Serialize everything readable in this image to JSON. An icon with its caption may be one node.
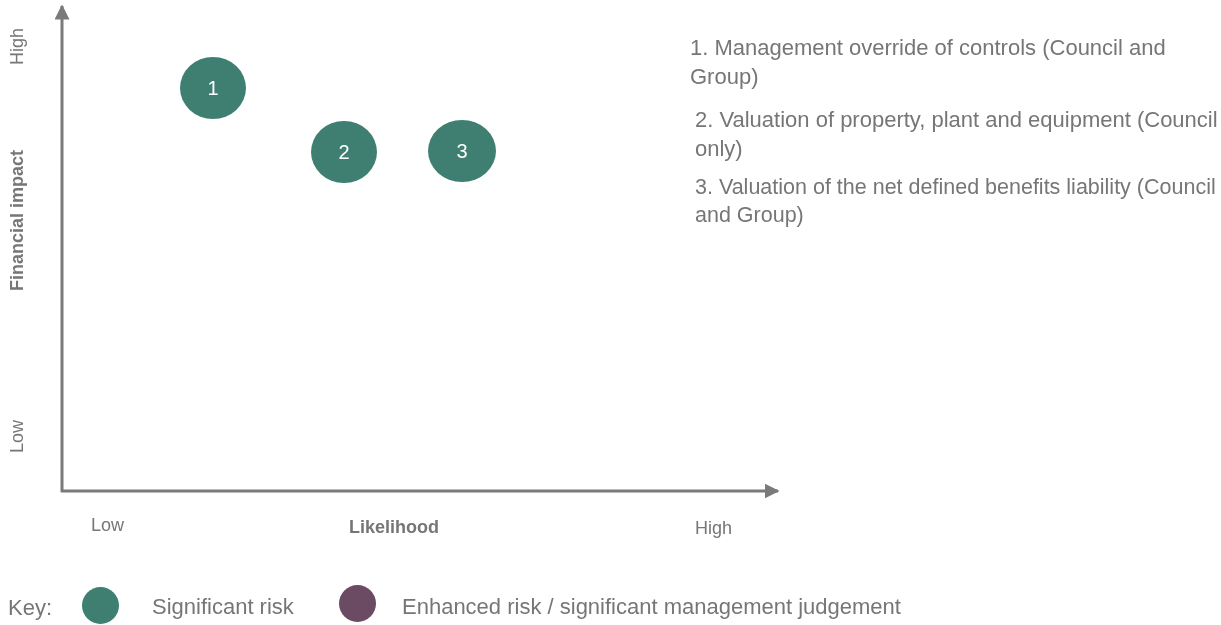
{
  "diagram": {
    "nodes": [
      {
        "text": [
          "1"
        ]
      },
      {
        "text": [
          "2"
        ]
      },
      {
        "text": [
          "3"
        ]
      }
    ],
    "edges": [],
    "labels": [
      "High",
      "Financial impact",
      "Low",
      "1.  Management override of controls (Council and Group)",
      "2.  Valuation of property, plant and equipment (Council only)",
      "3.  Valuation of the net defined benefits liability (Council and Group)",
      "Low",
      "Likelihood",
      "High",
      "Key:"
    ],
    "legend": [
      {
        "text": "Significant risk",
        "color": "#3f7f72"
      },
      {
        "text": "Enhanced risk / significant management judgement",
        "color": "#6b4a63"
      }
    ]
  }
}
